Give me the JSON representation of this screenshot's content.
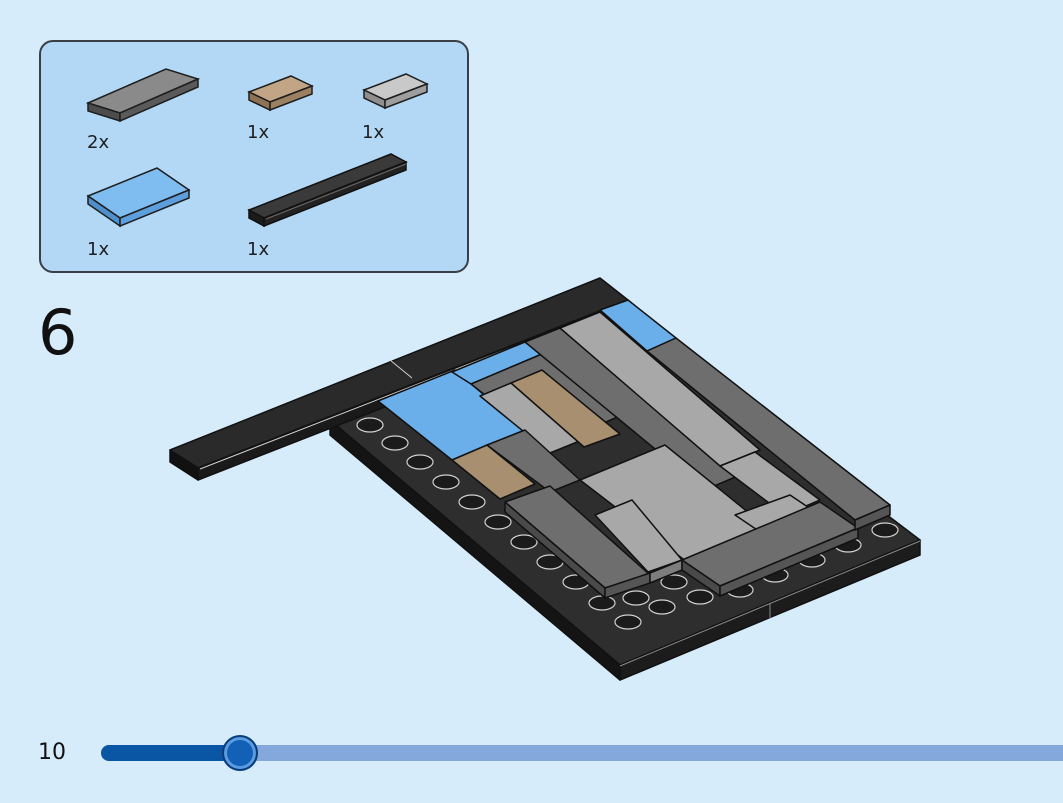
{
  "parts": [
    {
      "qty": "2x",
      "icon": "dark-gray-tile-icon",
      "color": "#6b6b6b"
    },
    {
      "qty": "1x",
      "icon": "tan-tile-icon",
      "color": "#a88f6f"
    },
    {
      "qty": "1x",
      "icon": "light-gray-tile-icon",
      "color": "#a8a8a8"
    },
    {
      "qty": "1x",
      "icon": "medium-blue-tile-icon",
      "color": "#6aaeea"
    },
    {
      "qty": "1x",
      "icon": "black-tile-icon",
      "color": "#262626"
    }
  ],
  "step": {
    "number": "6"
  },
  "page": {
    "number": "10"
  },
  "progress": {
    "fraction": 0.145
  },
  "colors": {
    "background": "#d6ecfb",
    "parts_box": "#b3d8f5",
    "progress_fill": "#0a56a4",
    "progress_track": "#84a8dc"
  }
}
